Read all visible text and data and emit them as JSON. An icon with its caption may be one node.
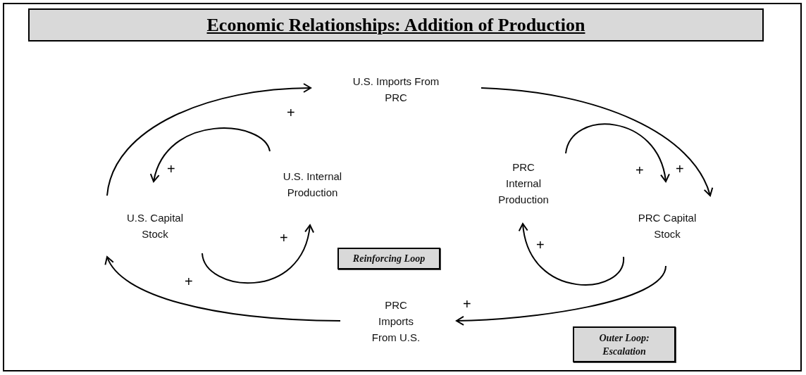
{
  "diagram": {
    "title": "Economic Relationships: Addition of Production",
    "nodes": [
      {
        "text": [
          "U.S. Imports From PRC"
        ]
      },
      {
        "text": [
          "U.S. Internal Production"
        ]
      },
      {
        "text": [
          "U.S. Capital Stock"
        ]
      },
      {
        "text": [
          "PRC Internal Production"
        ]
      },
      {
        "text": [
          "PRC Capital Stock"
        ]
      },
      {
        "text": [
          "PRC Imports From U.S."
        ]
      },
      {
        "text": [
          "Reinforcing Loop"
        ]
      },
      {
        "text": [
          "Outer Loop: Escalation"
        ]
      }
    ],
    "edges": [
      {
        "from": 2,
        "to": 0,
        "arrow": "to",
        "label": "+"
      },
      {
        "from": 0,
        "to": 4,
        "arrow": "to",
        "label": "+"
      },
      {
        "from": 1,
        "to": 2,
        "arrow": "to",
        "label": "+"
      },
      {
        "from": 2,
        "to": 1,
        "arrow": "to",
        "label": "+"
      },
      {
        "from": 3,
        "to": 4,
        "arrow": "to",
        "label": "+"
      },
      {
        "from": 4,
        "to": 3,
        "arrow": "to",
        "label": "+"
      },
      {
        "from": 4,
        "to": 5,
        "arrow": "to",
        "label": "+"
      },
      {
        "from": 5,
        "to": 2,
        "arrow": "to",
        "label": "+"
      }
    ]
  }
}
